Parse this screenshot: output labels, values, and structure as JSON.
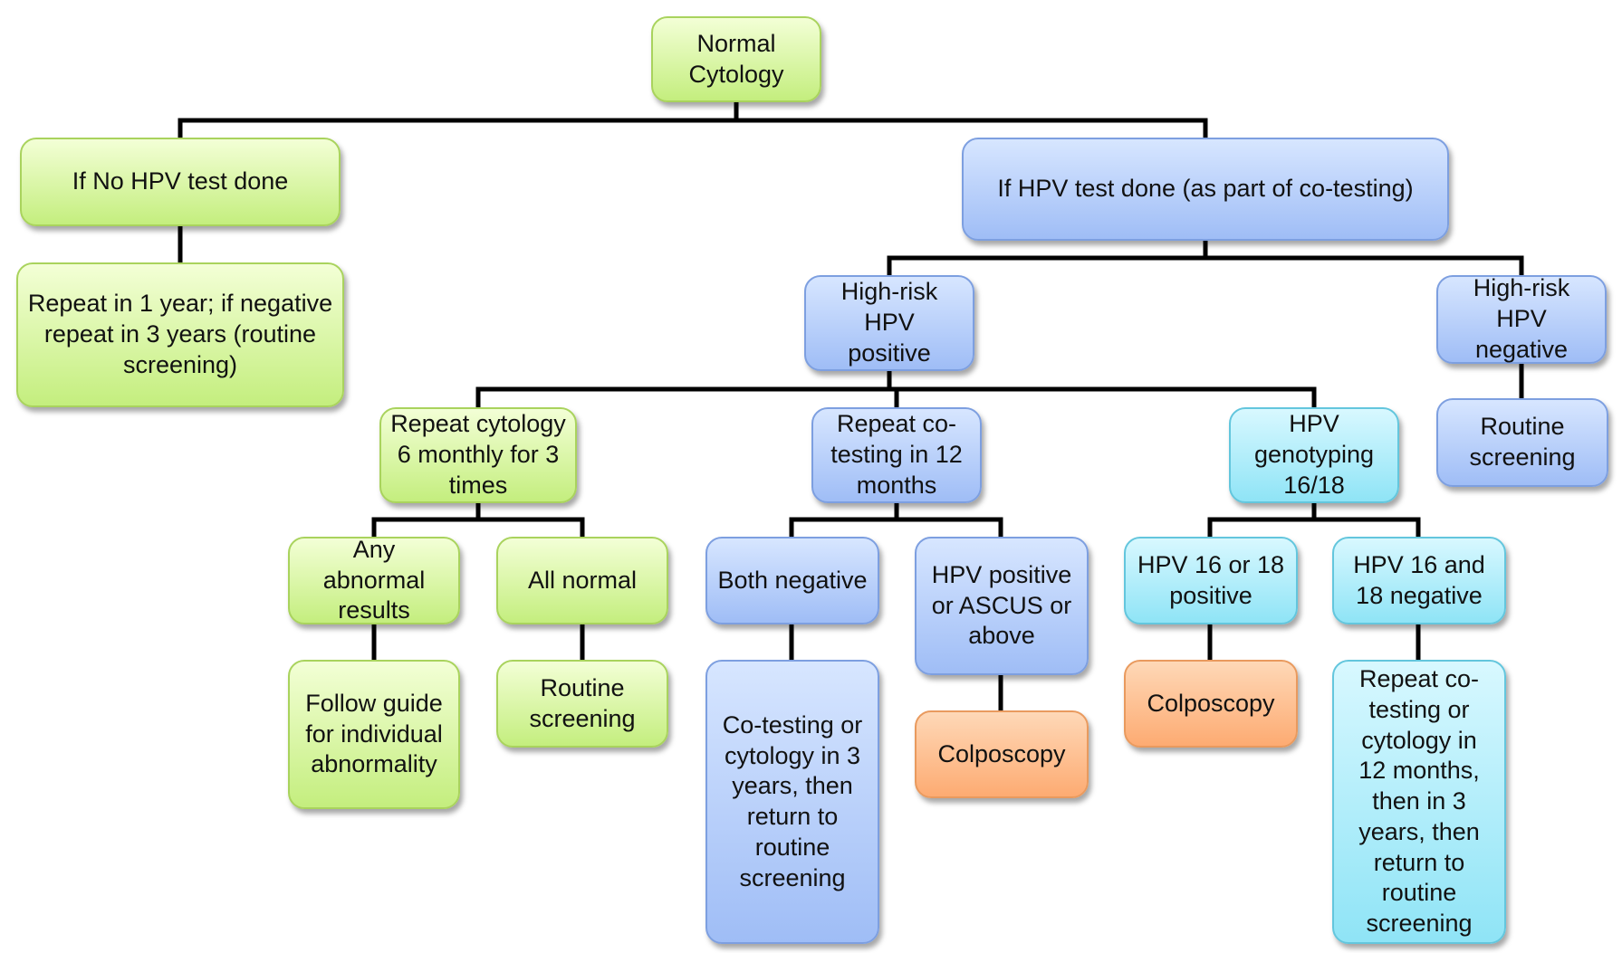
{
  "nodes": {
    "normal": "Normal\nCytology",
    "no_hpv": "If No HPV test done",
    "hpv_done": "If HPV test done (as part of co-testing)",
    "repeat_1yr": "Repeat in 1 year; if negative\nrepeat in 3 years (routine\nscreening)",
    "hr_pos": "High-risk HPV\npositive",
    "hr_neg": "High-risk HPV\nnegative",
    "routine_neg": "Routine\nscreening",
    "rep_cyto": "Repeat cytology\n6 monthly for 3\ntimes",
    "rep_cotest": "Repeat co-\ntesting in 12\nmonths",
    "genotype": "HPV\ngenotyping\n16/18",
    "any_abn": "Any abnormal\nresults",
    "all_normal": "All normal",
    "both_neg": "Both negative",
    "hpv_pos_ascus": "HPV positive\nor ASCUS or\nabove",
    "hpv1618_pos": "HPV 16 or 18\npositive",
    "hpv1618_neg": "HPV 16 and\n18 negative",
    "follow_guide": "Follow guide\nfor individual\nabnormality",
    "routine_normal": "Routine\nscreening",
    "cotest_3yr": "Co-testing or\ncytology in 3\nyears, then\nreturn to\nroutine\nscreening",
    "colpo1": "Colposcopy",
    "colpo2": "Colposcopy",
    "repeat_final": "Repeat co-\ntesting or\ncytology in\n12 months,\nthen in 3\nyears, then\nreturn to\nroutine\nscreening"
  }
}
